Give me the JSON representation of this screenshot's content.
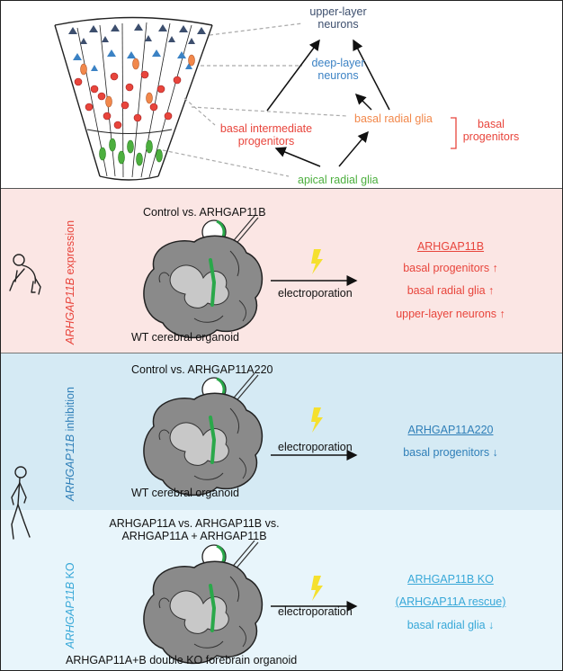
{
  "top": {
    "upper_layer": "upper-layer",
    "neurons1": "neurons",
    "deep_layer": "deep-layer",
    "neurons2": "neurons",
    "basal_intermediate": "basal intermediate",
    "progenitors": "progenitors",
    "basal_radial_glia": "basal radial glia",
    "basal": "basal",
    "progenitors2": "progenitors",
    "apical_radial_glia": "apical radial glia"
  },
  "panel1": {
    "side_label_gene": "ARHGAP11B",
    "side_label_rest": " expression",
    "condition": "Control vs. ARHGAP11B",
    "organoid": "WT cerebral organoid",
    "method": "electroporation",
    "result_title": "ARHGAP11B",
    "results": [
      "basal progenitors ↑",
      "basal radial glia ↑",
      "upper-layer neurons ↑"
    ]
  },
  "panel2": {
    "side_label_gene": "ARHGAP11B",
    "side_label_rest": " inhibition",
    "condition": "Control vs. ARHGAP11A220",
    "organoid": "WT cerebral organoid",
    "method": "electroporation",
    "result_title": "ARHGAP11A220",
    "results": [
      "basal progenitors ↓"
    ]
  },
  "panel3": {
    "side_label_gene": "ARHGAP11B",
    "side_label_rest": " KO",
    "condition_line1": "ARHGAP11A vs. ARHGAP11B vs.",
    "condition_line2": "ARHGAP11A + ARHGAP11B",
    "organoid": "ARHGAP11A+B double KO forebrain organoid",
    "method": "electroporation",
    "result_title": "ARHGAP11B KO",
    "result_title2": "(ARHGAP11A rescue)",
    "results": [
      "basal radial glia ↓"
    ]
  },
  "colors": {
    "upper": "#3d4f6e",
    "deep": "#3b82c4",
    "bip": "#e8453c",
    "brg": "#f2884b",
    "arg": "#4caf3e",
    "red_text": "#e8453c",
    "blue_text": "#2f7fb8",
    "lblue_text": "#38a8d8",
    "lightning": "#f5e02e"
  },
  "icons": [
    "chimpanzee-icon",
    "human-icon",
    "lightning-icon"
  ]
}
